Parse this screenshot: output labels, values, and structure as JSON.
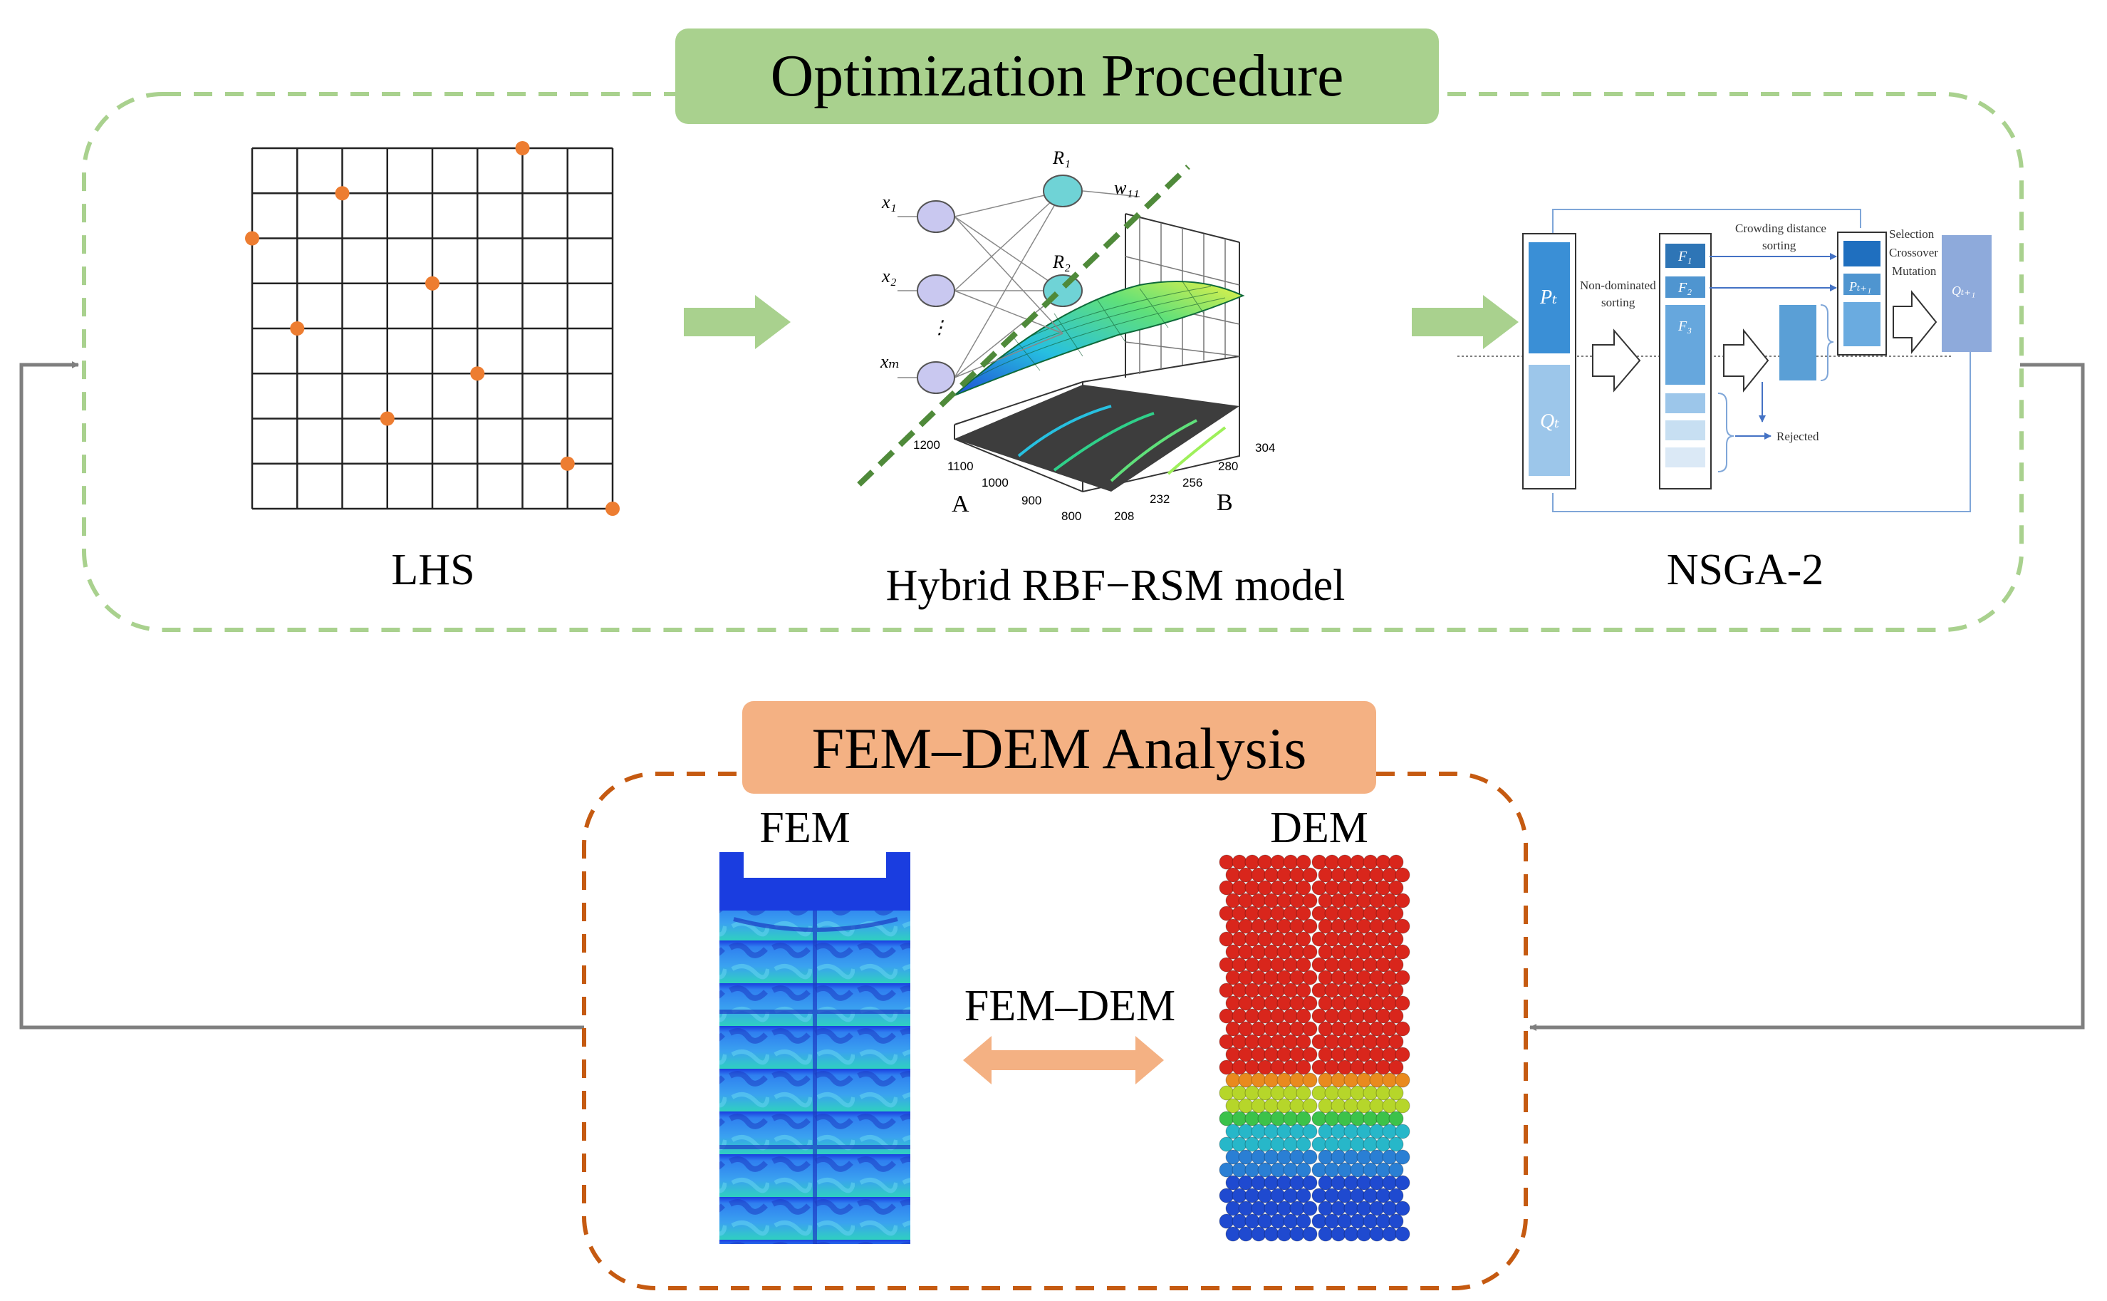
{
  "optimization": {
    "title": "Optimization Procedure",
    "lhs_label": "LHS",
    "rbf_label": "Hybrid RBF−RSM model",
    "nsga_label": "NSGA-2"
  },
  "lhs": {
    "grid_size": 8,
    "points": [
      [
        6,
        0
      ],
      [
        2,
        1
      ],
      [
        0,
        2
      ],
      [
        4,
        3
      ],
      [
        1,
        4
      ],
      [
        5,
        5
      ],
      [
        3,
        6
      ],
      [
        7,
        7
      ],
      [
        8,
        8
      ]
    ]
  },
  "rbf": {
    "inputs": [
      "x₁",
      "x₂",
      "xₘ"
    ],
    "hidden": [
      "R₁",
      "R₂"
    ],
    "weight": "w₁₁",
    "ellipsis": "⋮",
    "axis_a_label": "A",
    "axis_b_label": "B",
    "axis_a_ticks": [
      "1200",
      "1100",
      "1000",
      "900",
      "800"
    ],
    "axis_b_ticks": [
      "208",
      "232",
      "256",
      "280",
      "304"
    ]
  },
  "nsga": {
    "pt": "Pₜ",
    "qt": "Qₜ",
    "f1": "F₁",
    "f2": "F₂",
    "f3": "F₃",
    "pt1": "Pₜ₊₁",
    "qt1": "Qₜ₊₁",
    "nondominated_1": "Non-dominated",
    "nondominated_2": "sorting",
    "crowding_1": "Crowding distance",
    "crowding_2": "sorting",
    "selection": "Selection",
    "crossover": "Crossover",
    "mutation": "Mutation",
    "rejected": "Rejected"
  },
  "analysis": {
    "title": "FEM–DEM Analysis",
    "fem_label": "FEM",
    "dem_label": "DEM",
    "coupling_label": "FEM–DEM"
  },
  "colors": {
    "green_dash": "#a9d18e",
    "green_title_bg": "#a9d18e",
    "green_arrow": "#a9d18e",
    "orange_dash": "#c55a11",
    "orange_title_bg": "#f4b183",
    "orange_arrow": "#f4b183",
    "lhs_point": "#ed7d31",
    "feedback_line": "#7f7f7f"
  }
}
